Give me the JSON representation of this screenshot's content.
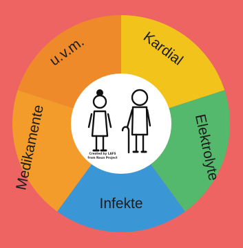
{
  "background_color": "#ee6462",
  "wheel": {
    "segments": [
      {
        "label": "Kardial",
        "color": "#f2c41b"
      },
      {
        "label": "Elektrolyte",
        "color": "#54b96c"
      },
      {
        "label": "Infekte",
        "color": "#3a96d4"
      },
      {
        "label": "Medikamente",
        "color": "#f39c2b"
      },
      {
        "label": "u.v.m.",
        "color": "#ee8a2a"
      }
    ]
  },
  "center": {
    "fill": "#ffffff",
    "icon": "elderly-couple-icon",
    "credit_line_1": "Created by LAFS",
    "credit_line_2": "from Noun Project"
  }
}
